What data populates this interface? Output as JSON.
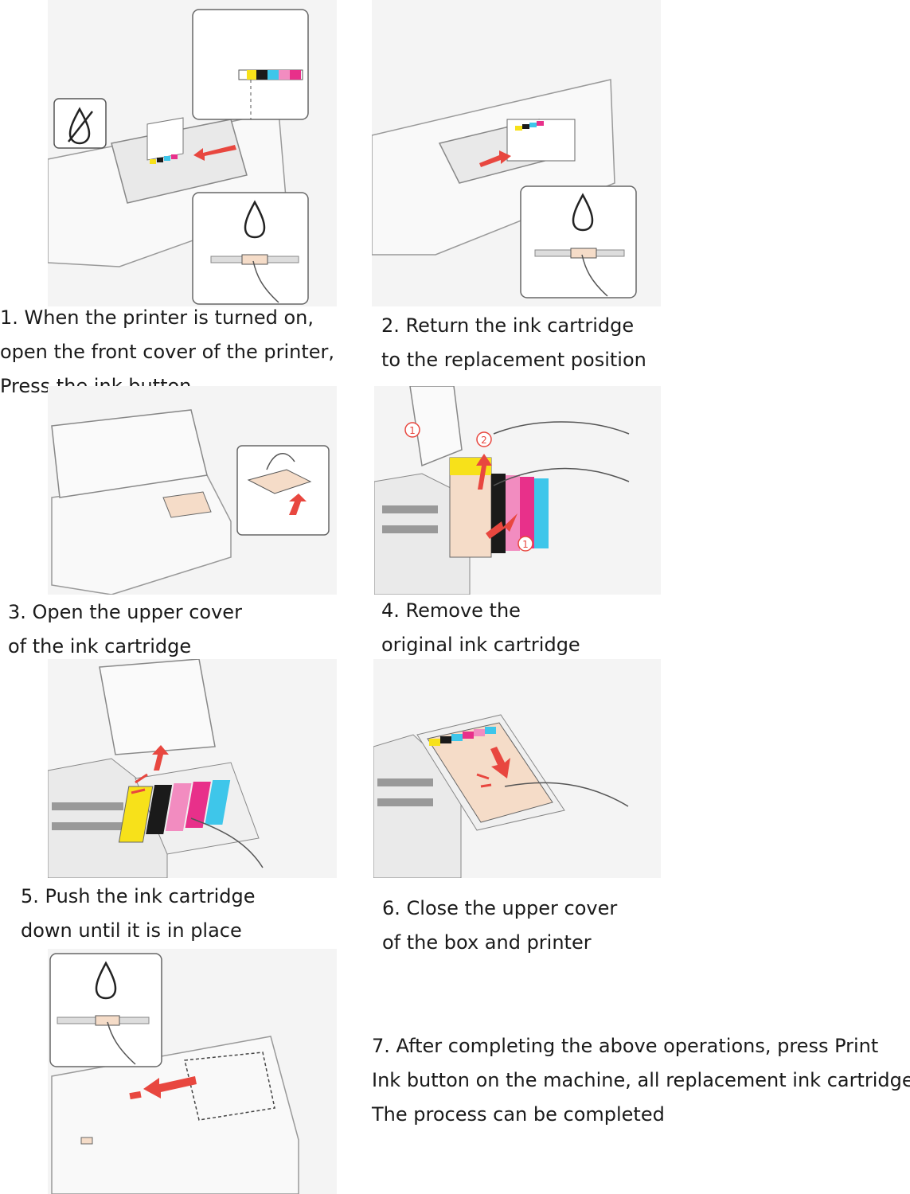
{
  "steps": [
    {
      "lines": [
        "1. When the printer is turned on,",
        "open the front cover of the printer,",
        "Press the ink button"
      ]
    },
    {
      "lines": [
        "2. Return the ink cartridge",
        "to the replacement position"
      ]
    },
    {
      "lines": [
        "3. Open the upper cover",
        " of the ink cartridge"
      ]
    },
    {
      "lines": [
        "4. Remove the",
        "original ink cartridge"
      ]
    },
    {
      "lines": [
        "5. Push the ink cartridge",
        "down until it is in place"
      ]
    },
    {
      "lines": [
        "6. Close the upper cover",
        "of the box and printer"
      ]
    },
    {
      "lines": [
        "7. After completing the above operations, press Print",
        "Ink button on the machine, all replacement ink cartridges",
        "The process can be completed"
      ]
    }
  ],
  "colors": {
    "arrow": "#e8473f",
    "cartridge_body": "#f5dcc8",
    "ink_yellow": "#f7e11a",
    "ink_black": "#1a1a1a",
    "ink_cyan": "#3ec6ea",
    "ink_magenta": "#e8308a",
    "ink_pink": "#f28cc0",
    "line": "#6a6a6a"
  },
  "icons": [
    "ink-drop-icon",
    "ink-drop-crossed-icon",
    "callout-1-icon",
    "callout-2-icon"
  ],
  "callout_labels": {
    "one": "1",
    "two": "2"
  }
}
